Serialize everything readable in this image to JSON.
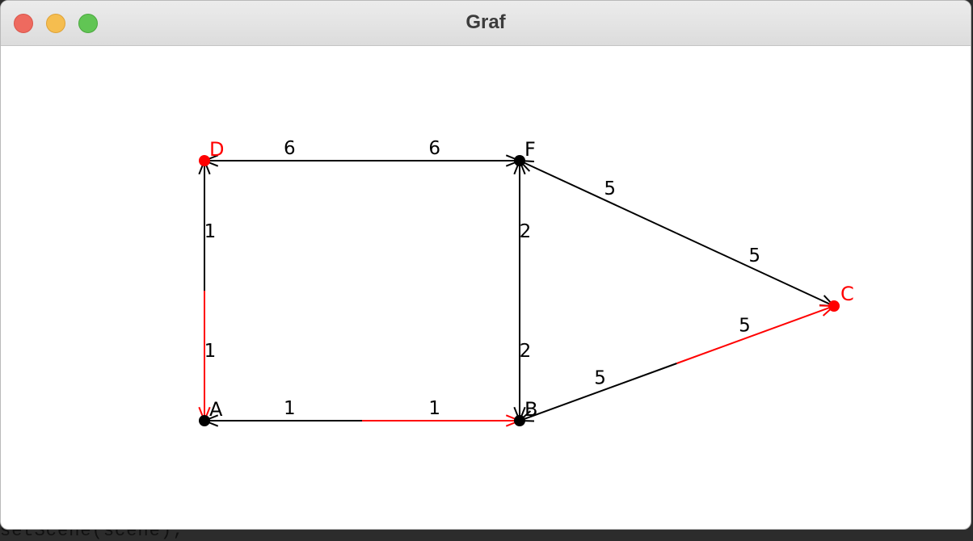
{
  "window": {
    "title": "Graf"
  },
  "backdrop": {
    "text": "setScene(scene);"
  },
  "graph": {
    "colors": {
      "default": "#000000",
      "highlight": "#ff0000"
    },
    "nodes": [
      {
        "id": "D",
        "label": "D",
        "highlight": true
      },
      {
        "id": "F",
        "label": "F",
        "highlight": false
      },
      {
        "id": "A",
        "label": "A",
        "highlight": false
      },
      {
        "id": "B",
        "label": "B",
        "highlight": false
      },
      {
        "id": "C",
        "label": "C",
        "highlight": true
      }
    ],
    "edges": [
      {
        "from": "D",
        "to": "F",
        "weight_from": "6",
        "weight_to": "6",
        "from_half": "default",
        "to_half": "default",
        "arrows": [
          "D",
          "F"
        ]
      },
      {
        "from": "D",
        "to": "A",
        "weight_from": "1",
        "weight_to": "1",
        "from_half": "default",
        "to_half": "highlight",
        "arrows": [
          "D",
          "A"
        ]
      },
      {
        "from": "A",
        "to": "B",
        "weight_from": "1",
        "weight_to": "1",
        "from_half": "default",
        "to_half": "highlight",
        "arrows": [
          "A",
          "B"
        ]
      },
      {
        "from": "F",
        "to": "B",
        "weight_from": "2",
        "weight_to": "2",
        "from_half": "default",
        "to_half": "default",
        "arrows": [
          "F",
          "B"
        ]
      },
      {
        "from": "F",
        "to": "C",
        "weight_from": "5",
        "weight_to": "5",
        "from_half": "default",
        "to_half": "default",
        "arrows": [
          "F",
          "C"
        ]
      },
      {
        "from": "B",
        "to": "C",
        "weight_from": "5",
        "weight_to": "5",
        "from_half": "default",
        "to_half": "highlight",
        "arrows": [
          "B",
          "C"
        ]
      }
    ]
  }
}
